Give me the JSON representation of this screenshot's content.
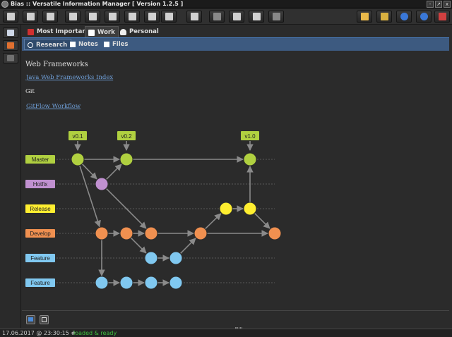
{
  "window": {
    "title": "Bias :: Versatile Information Manager [ Version 1.2.5 ]",
    "controls": [
      "-",
      "↗",
      "x"
    ]
  },
  "toolbar": {
    "left_buttons": [
      {
        "icon": "menu-icon",
        "color": "#d0d0d0"
      },
      {
        "icon": "printer-icon",
        "color": "#d0d0d0"
      },
      {
        "icon": "print-preview-icon",
        "color": "#d0d0d0"
      },
      {
        "icon": "pin-icon",
        "color": "#d0d0d0"
      },
      {
        "icon": "cut-icon",
        "color": "#d0d0d0"
      },
      {
        "icon": "new-document-icon",
        "color": "#d0d0d0"
      },
      {
        "icon": "save-icon",
        "color": "#d0d0d0"
      },
      {
        "icon": "stack-icon",
        "color": "#d0d0d0"
      },
      {
        "icon": "trash-icon",
        "color": "#d0d0d0"
      },
      {
        "icon": "lock-icon",
        "color": "#d0d0d0"
      },
      {
        "icon": "first-icon",
        "color": "#888888"
      },
      {
        "icon": "back-icon",
        "color": "#d0d0d0"
      },
      {
        "icon": "forward-icon",
        "color": "#d0d0d0"
      },
      {
        "icon": "last-icon",
        "color": "#888888"
      }
    ],
    "right_buttons": [
      {
        "icon": "wrench-icon",
        "color": "#e8b84a"
      },
      {
        "icon": "package-icon",
        "color": "#d8b040"
      },
      {
        "icon": "help-icon",
        "color": "#3a78d8"
      },
      {
        "icon": "info-icon",
        "color": "#3a78d8"
      },
      {
        "icon": "exit-icon",
        "color": "#d04040"
      }
    ]
  },
  "sidebar": {
    "buttons": [
      {
        "icon": "search-icon",
        "color": "#cfd8e8"
      },
      {
        "icon": "history-icon",
        "color": "#e07030"
      },
      {
        "icon": "list-icon",
        "color": "#707070"
      }
    ]
  },
  "tabs": {
    "primary": [
      {
        "label": "Most Important",
        "icon": "flag-icon",
        "color": "#d03030"
      },
      {
        "label": "Work",
        "icon": "document-icon",
        "color": "#ffffff"
      },
      {
        "label": "Personal",
        "icon": "person-icon",
        "color": "#ffffff"
      }
    ],
    "secondary": [
      {
        "label": "Research",
        "icon": "search-icon",
        "color": "#ffffff"
      },
      {
        "label": "Notes",
        "icon": "pencil-icon",
        "color": "#ffffff"
      },
      {
        "label": "Files",
        "icon": "folder-icon",
        "color": "#ffffff"
      }
    ]
  },
  "document": {
    "heading": "Web Frameworks",
    "link1": "Java Web Frameworks Index",
    "text1": "Git",
    "link2": "GitFlow Workflow"
  },
  "diagram": {
    "branches": [
      {
        "label": "Master",
        "color": "#b0d040"
      },
      {
        "label": "Hotfix",
        "color": "#c090d0"
      },
      {
        "label": "Release",
        "color": "#ffee30"
      },
      {
        "label": "Develop",
        "color": "#f09050"
      },
      {
        "label": "Feature",
        "color": "#80c8f0"
      },
      {
        "label": "Feature",
        "color": "#80c8f0"
      }
    ],
    "tags": [
      {
        "label": "v0.1"
      },
      {
        "label": "v0.2"
      },
      {
        "label": "v1.0"
      }
    ]
  },
  "bottom": {
    "buttons": [
      {
        "icon": "monitor-icon",
        "color": "#4a8ad8"
      },
      {
        "icon": "edit-icon",
        "color": "#d0d0d0"
      }
    ]
  },
  "status": {
    "time": "17.06.2017 @ 23:30:15 #",
    "state": "loaded & ready"
  }
}
